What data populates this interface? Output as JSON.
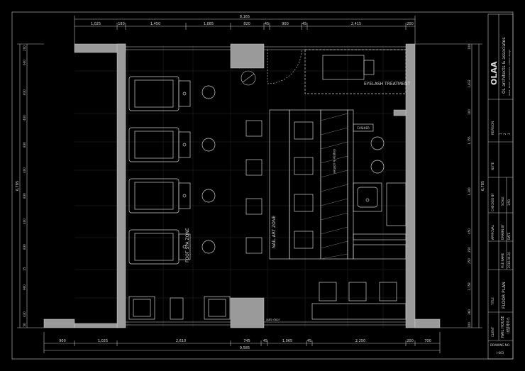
{
  "colors": {
    "background": "#000000",
    "line": "#bfbfbf",
    "wall_fill": "#9a9a9a",
    "grid": "#2a2a2a"
  },
  "zones": {
    "foot_spa": "FOOT SPA ZONE",
    "nail_art": "NAIL ART ZONE",
    "eyelash": "EYELASH TREATMENT"
  },
  "labels": {
    "display_utilities": "display & utilities",
    "auto_door": "auto door",
    "cashier": "CASHIER"
  },
  "top_dims": {
    "overall": "8,165",
    "segments": [
      "1,025",
      "180",
      "1,450",
      "1,085",
      "820",
      "45",
      "900",
      "45",
      "2,415",
      "200"
    ]
  },
  "bottom_dims": {
    "overall": "9,585",
    "segments": [
      "900",
      "1,025",
      "2,610",
      "745",
      "45",
      "1,065",
      "45",
      "2,250",
      "200",
      "700"
    ]
  },
  "left_dims": {
    "overall": "6,785",
    "segments": [
      "200",
      "600",
      "830",
      "400",
      "830",
      "400",
      "830",
      "400",
      "830",
      "25",
      "900",
      "430",
      "50"
    ]
  },
  "right_dims": {
    "overall": "6,785",
    "segments": [
      "100",
      "1,832",
      "100",
      "1,155",
      "1,300",
      "450",
      "250",
      "250",
      "1,158",
      "360",
      "100"
    ]
  },
  "title_block": {
    "firm_logo": "OLAA",
    "firm_name": "OL architects & associates",
    "firm_address": "Seoul · Korea · architecture · interior design",
    "revision_label": "REVISION",
    "revision_numbers": [
      "1",
      "2",
      "3"
    ],
    "note_label": "NOTE",
    "checked_by_label": "CHECKED BY",
    "scale_label": "SCALE",
    "scale_value": "1/50",
    "approval_label": "APPROVAL",
    "drawn_by_label": "DRAWN BY",
    "file_name_label": "FILE NAME",
    "date_label": "DATE",
    "date_value": "2016.06.20",
    "title_label": "TITLE",
    "title_value": "FLOOR PLAN",
    "client_label": "CLIENT",
    "client_value": "NAIL HOUSE",
    "client_korean": "네일하우스",
    "drawing_no_label": "DRAWING NO.",
    "drawing_no_value": "I-003"
  }
}
